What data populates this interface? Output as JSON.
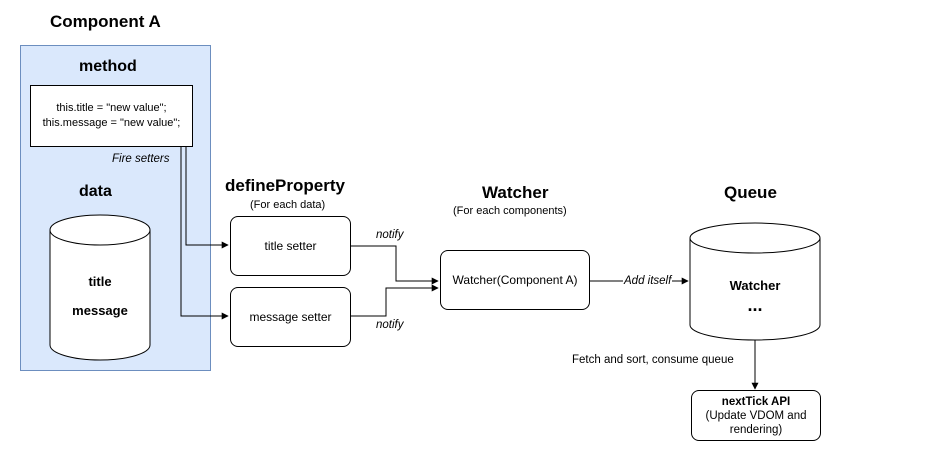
{
  "component_a": {
    "title": "Component A",
    "method_label": "method",
    "code_line1": "this.title = \"new value\";",
    "code_line2": "this.message = \"new value\";",
    "fire_setters": "Fire setters",
    "data_label": "data",
    "cylinder_line1": "title",
    "cylinder_line2": "message"
  },
  "define_property": {
    "title": "defineProperty",
    "subtitle": "(For each data)",
    "title_setter": "title setter",
    "message_setter": "message setter"
  },
  "watcher": {
    "title": "Watcher",
    "subtitle": "(For each components)",
    "box_label": "Watcher(Component A)",
    "notify_top": "notify",
    "notify_bottom": "notify",
    "add_itself": "Add itself"
  },
  "queue": {
    "title": "Queue",
    "cylinder_line1": "Watcher",
    "cylinder_line2": "...",
    "fetch_label": "Fetch and sort, consume queue"
  },
  "next_tick": {
    "title": "nextTick API",
    "line2": "(Update VDOM and",
    "line3": "rendering)"
  }
}
